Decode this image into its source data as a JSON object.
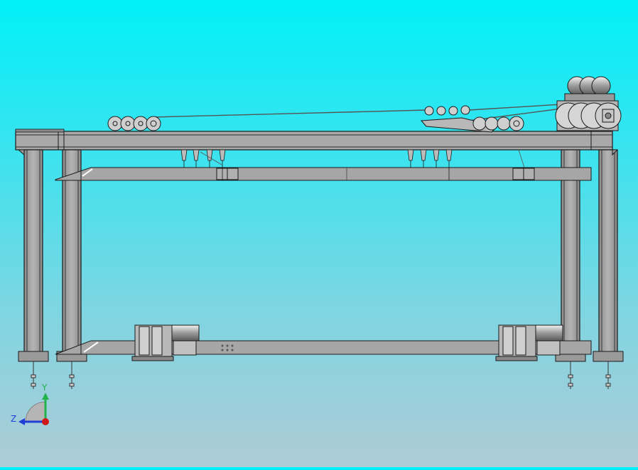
{
  "viewport": {
    "background_top": "#00f0f8",
    "background_bottom": "#aecbd6",
    "model_fill": "#a8a8a8",
    "model_stroke": "#1a1a1a"
  },
  "model": {
    "columns": 4,
    "upper_winches": 2,
    "lower_drive_units": 2
  },
  "triad": {
    "y_label": "Y",
    "z_label": "Z",
    "y_color": "#22b14c",
    "z_color": "#1f3fd8",
    "x_color": "#d01818"
  }
}
